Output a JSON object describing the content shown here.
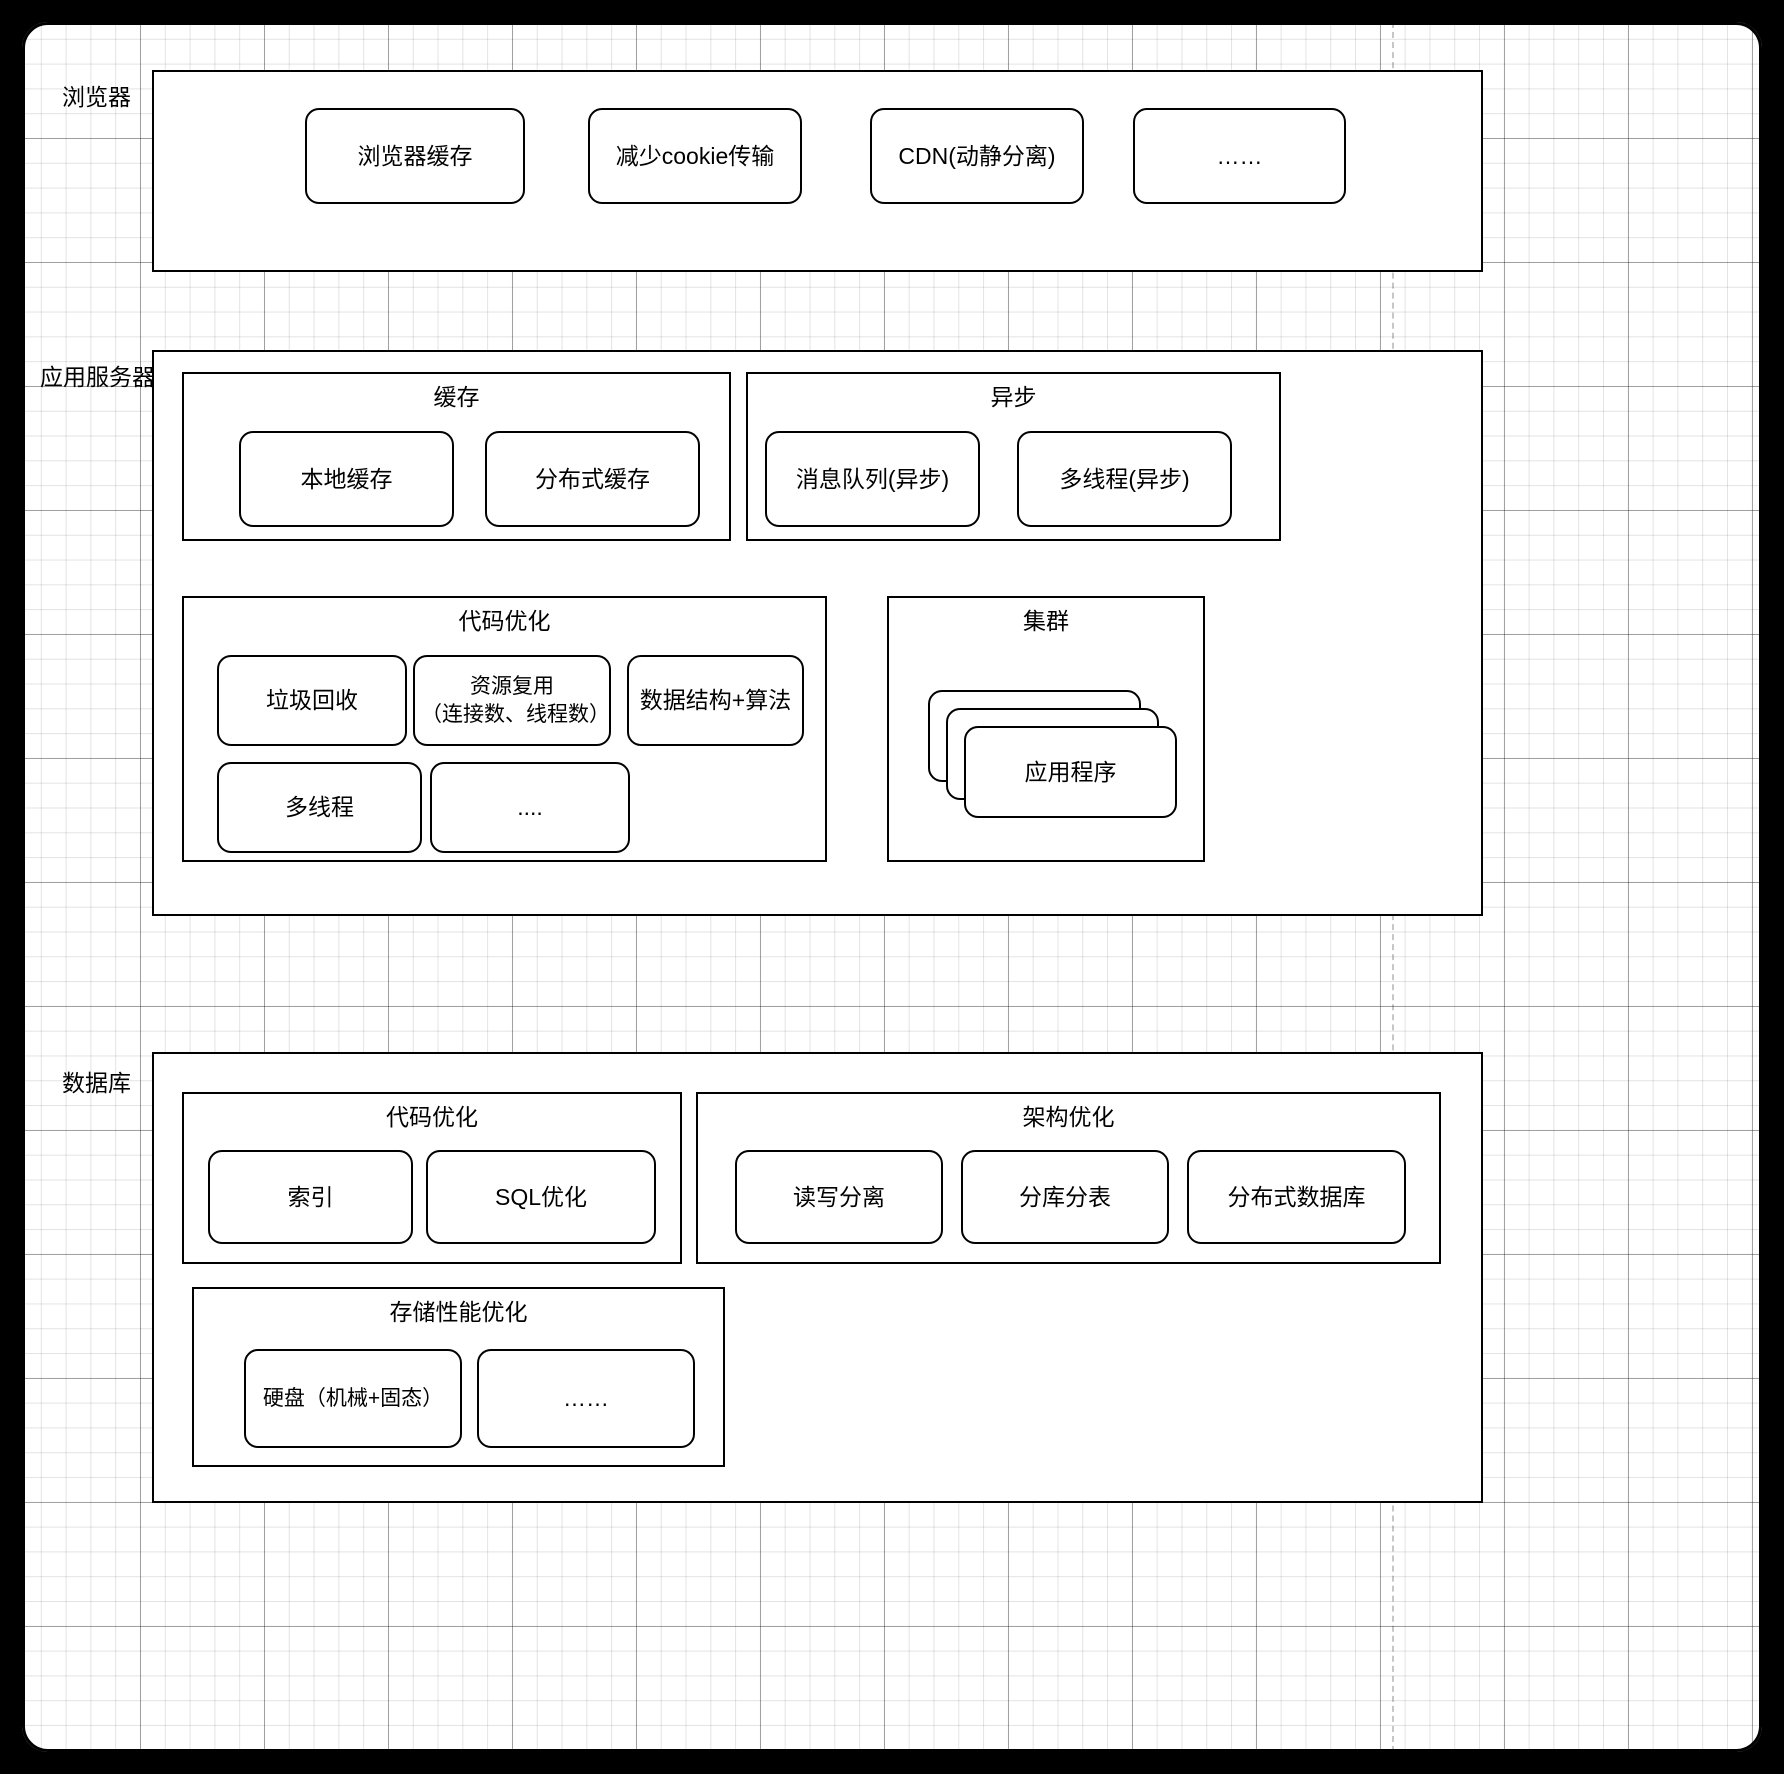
{
  "diagram": {
    "title_visible": false,
    "stroke_color": "#000000",
    "fill_color": "#ffffff",
    "page_background": "#000000",
    "tiers": [
      {
        "id": "browser",
        "label": "浏览器",
        "nodes": [
          {
            "label": "浏览器缓存"
          },
          {
            "label": "减少cookie传输"
          },
          {
            "label": "CDN(动静分离)"
          },
          {
            "label": "……"
          }
        ]
      },
      {
        "id": "app-server",
        "label": "应用服务器",
        "groups": [
          {
            "id": "cache",
            "title": "缓存",
            "nodes": [
              {
                "label": "本地缓存"
              },
              {
                "label": "分布式缓存"
              }
            ]
          },
          {
            "id": "async",
            "title": "异步",
            "nodes": [
              {
                "label": "消息队列(异步)"
              },
              {
                "label": "多线程(异步)"
              }
            ]
          },
          {
            "id": "code-optimization",
            "title": "代码优化",
            "nodes": [
              {
                "label": "垃圾回收"
              },
              {
                "label": "资源复用\n（连接数、线程数）"
              },
              {
                "label": "数据结构+算法"
              },
              {
                "label": "多线程"
              },
              {
                "label": "...."
              }
            ]
          },
          {
            "id": "cluster",
            "title": "集群",
            "stack_count": 3,
            "nodes": [
              {
                "label": "应用程序"
              }
            ]
          }
        ]
      },
      {
        "id": "database",
        "label": "数据库",
        "groups": [
          {
            "id": "db-code-optimization",
            "title": "代码优化",
            "nodes": [
              {
                "label": "索引"
              },
              {
                "label": "SQL优化"
              }
            ]
          },
          {
            "id": "db-architecture-optimization",
            "title": "架构优化",
            "nodes": [
              {
                "label": "读写分离"
              },
              {
                "label": "分库分表"
              },
              {
                "label": "分布式数据库"
              }
            ]
          },
          {
            "id": "db-storage-optimization",
            "title": "存储性能优化",
            "nodes": [
              {
                "label": "硬盘（机械+固态）"
              },
              {
                "label": "……"
              }
            ]
          }
        ]
      }
    ]
  }
}
